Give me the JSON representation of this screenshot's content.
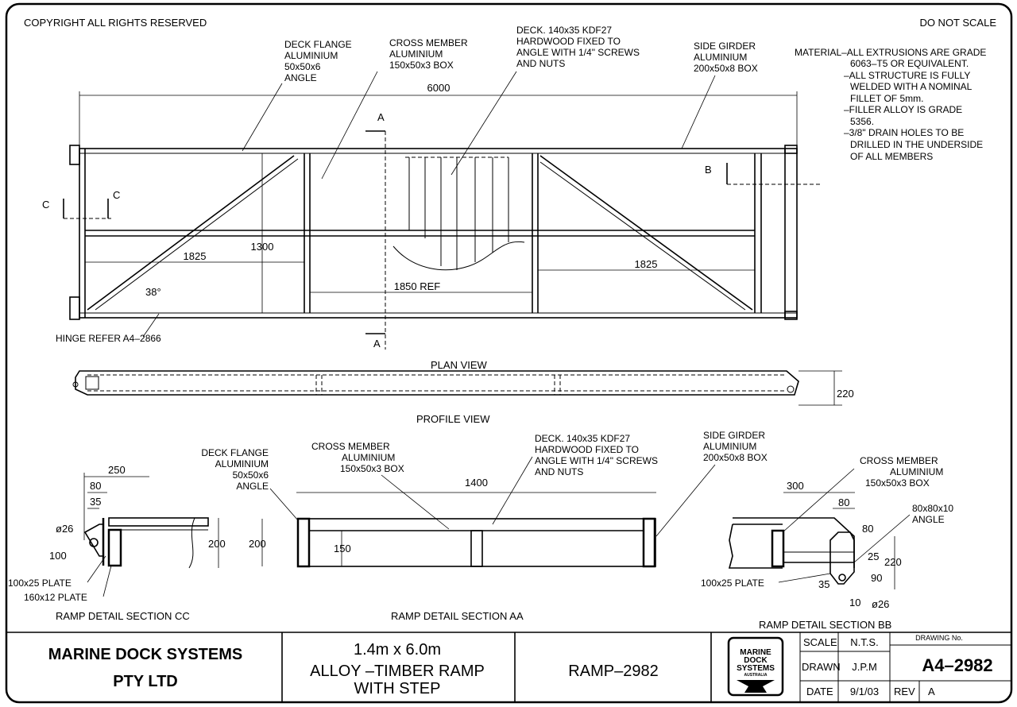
{
  "header": {
    "copyright": "COPYRIGHT ALL RIGHTS RESERVED",
    "scale_note": "DO NOT SCALE"
  },
  "notes": [
    "MATERIAL–ALL EXTRUSIONS ARE GRADE",
    "6063–T5 OR EQUIVALENT.",
    "–ALL STRUCTURE IS FULLY",
    "WELDED WITH A NOMINAL",
    "FILLET OF 5mm.",
    "–FILLER ALLOY IS GRADE",
    "5356.",
    "–3/8\" DRAIN HOLES TO BE",
    "DRILLED IN THE UNDERSIDE",
    "OF ALL MEMBERS"
  ],
  "plan": {
    "title": "PLAN VIEW",
    "callouts": {
      "deck_flange": [
        "DECK FLANGE",
        "ALUMINIUM",
        "50x50x6",
        "ANGLE"
      ],
      "cross_member": [
        "CROSS MEMBER",
        "ALUMINIUM",
        "150x50x3  BOX"
      ],
      "deck": [
        "DECK. 140x35 KDF27",
        "HARDWOOD FIXED TO",
        "ANGLE WITH 1/4\" SCREWS",
        "AND NUTS"
      ],
      "side_girder": [
        "SIDE GIRDER",
        "ALUMINIUM",
        "200x50x8  BOX"
      ],
      "hinge": "HINGE REFER A4–2866"
    },
    "dims": {
      "length": "6000",
      "width": "1300",
      "left_bay": "1825",
      "right_bay": "1825",
      "center": "1850 REF",
      "angle": "38°"
    },
    "section_marks": {
      "a": "A",
      "b": "B",
      "c": "C"
    }
  },
  "profile": {
    "title": "PROFILE VIEW",
    "height": "220"
  },
  "section_cc": {
    "title": "RAMP DETAIL SECTION CC",
    "callout": [
      "DECK FLANGE",
      "ALUMINIUM",
      "50x50x6",
      "ANGLE"
    ],
    "dims": [
      "250",
      "80",
      "35",
      "ø26",
      "100",
      "200"
    ],
    "plates": [
      "100x25 PLATE",
      "160x12 PLATE"
    ]
  },
  "section_aa": {
    "title": "RAMP DETAIL SECTION AA",
    "cross_member": [
      "CROSS MEMBER",
      "ALUMINIUM",
      "150x50x3  BOX"
    ],
    "deck": [
      "DECK. 140x35 KDF27",
      "HARDWOOD FIXED TO",
      "ANGLE WITH 1/4\" SCREWS",
      "AND NUTS"
    ],
    "side_girder": [
      "SIDE GIRDER",
      "ALUMINIUM",
      "200x50x8  BOX"
    ],
    "dims": {
      "width": "1400",
      "height": "200",
      "inner": "150"
    }
  },
  "section_bb": {
    "title": "RAMP DETAIL SECTION BB",
    "cross_member": [
      "CROSS MEMBER",
      "ALUMINIUM",
      "150x50x3  BOX"
    ],
    "angle": [
      "80x80x10",
      "ANGLE"
    ],
    "plate": "100x25 PLATE",
    "dims": [
      "300",
      "80",
      "80",
      "25",
      "220",
      "90",
      "35",
      "10",
      "ø26"
    ]
  },
  "title_block": {
    "company": [
      "MARINE DOCK SYSTEMS",
      "PTY LTD"
    ],
    "description": [
      "1.4m x 6.0m",
      "ALLOY –TIMBER RAMP",
      "WITH STEP"
    ],
    "part": "RAMP–2982",
    "logo": [
      "MARINE",
      "DOCK",
      "SYSTEMS",
      "AUSTRALIA"
    ],
    "scale_label": "SCALE",
    "scale": "N.T.S.",
    "drawn_label": "DRAWN",
    "drawn": "J.P.M",
    "date_label": "DATE",
    "date": "9/1/03",
    "rev_label": "REV",
    "rev": "A",
    "drawing_no_label": "DRAWING No.",
    "drawing_no": "A4–2982"
  }
}
